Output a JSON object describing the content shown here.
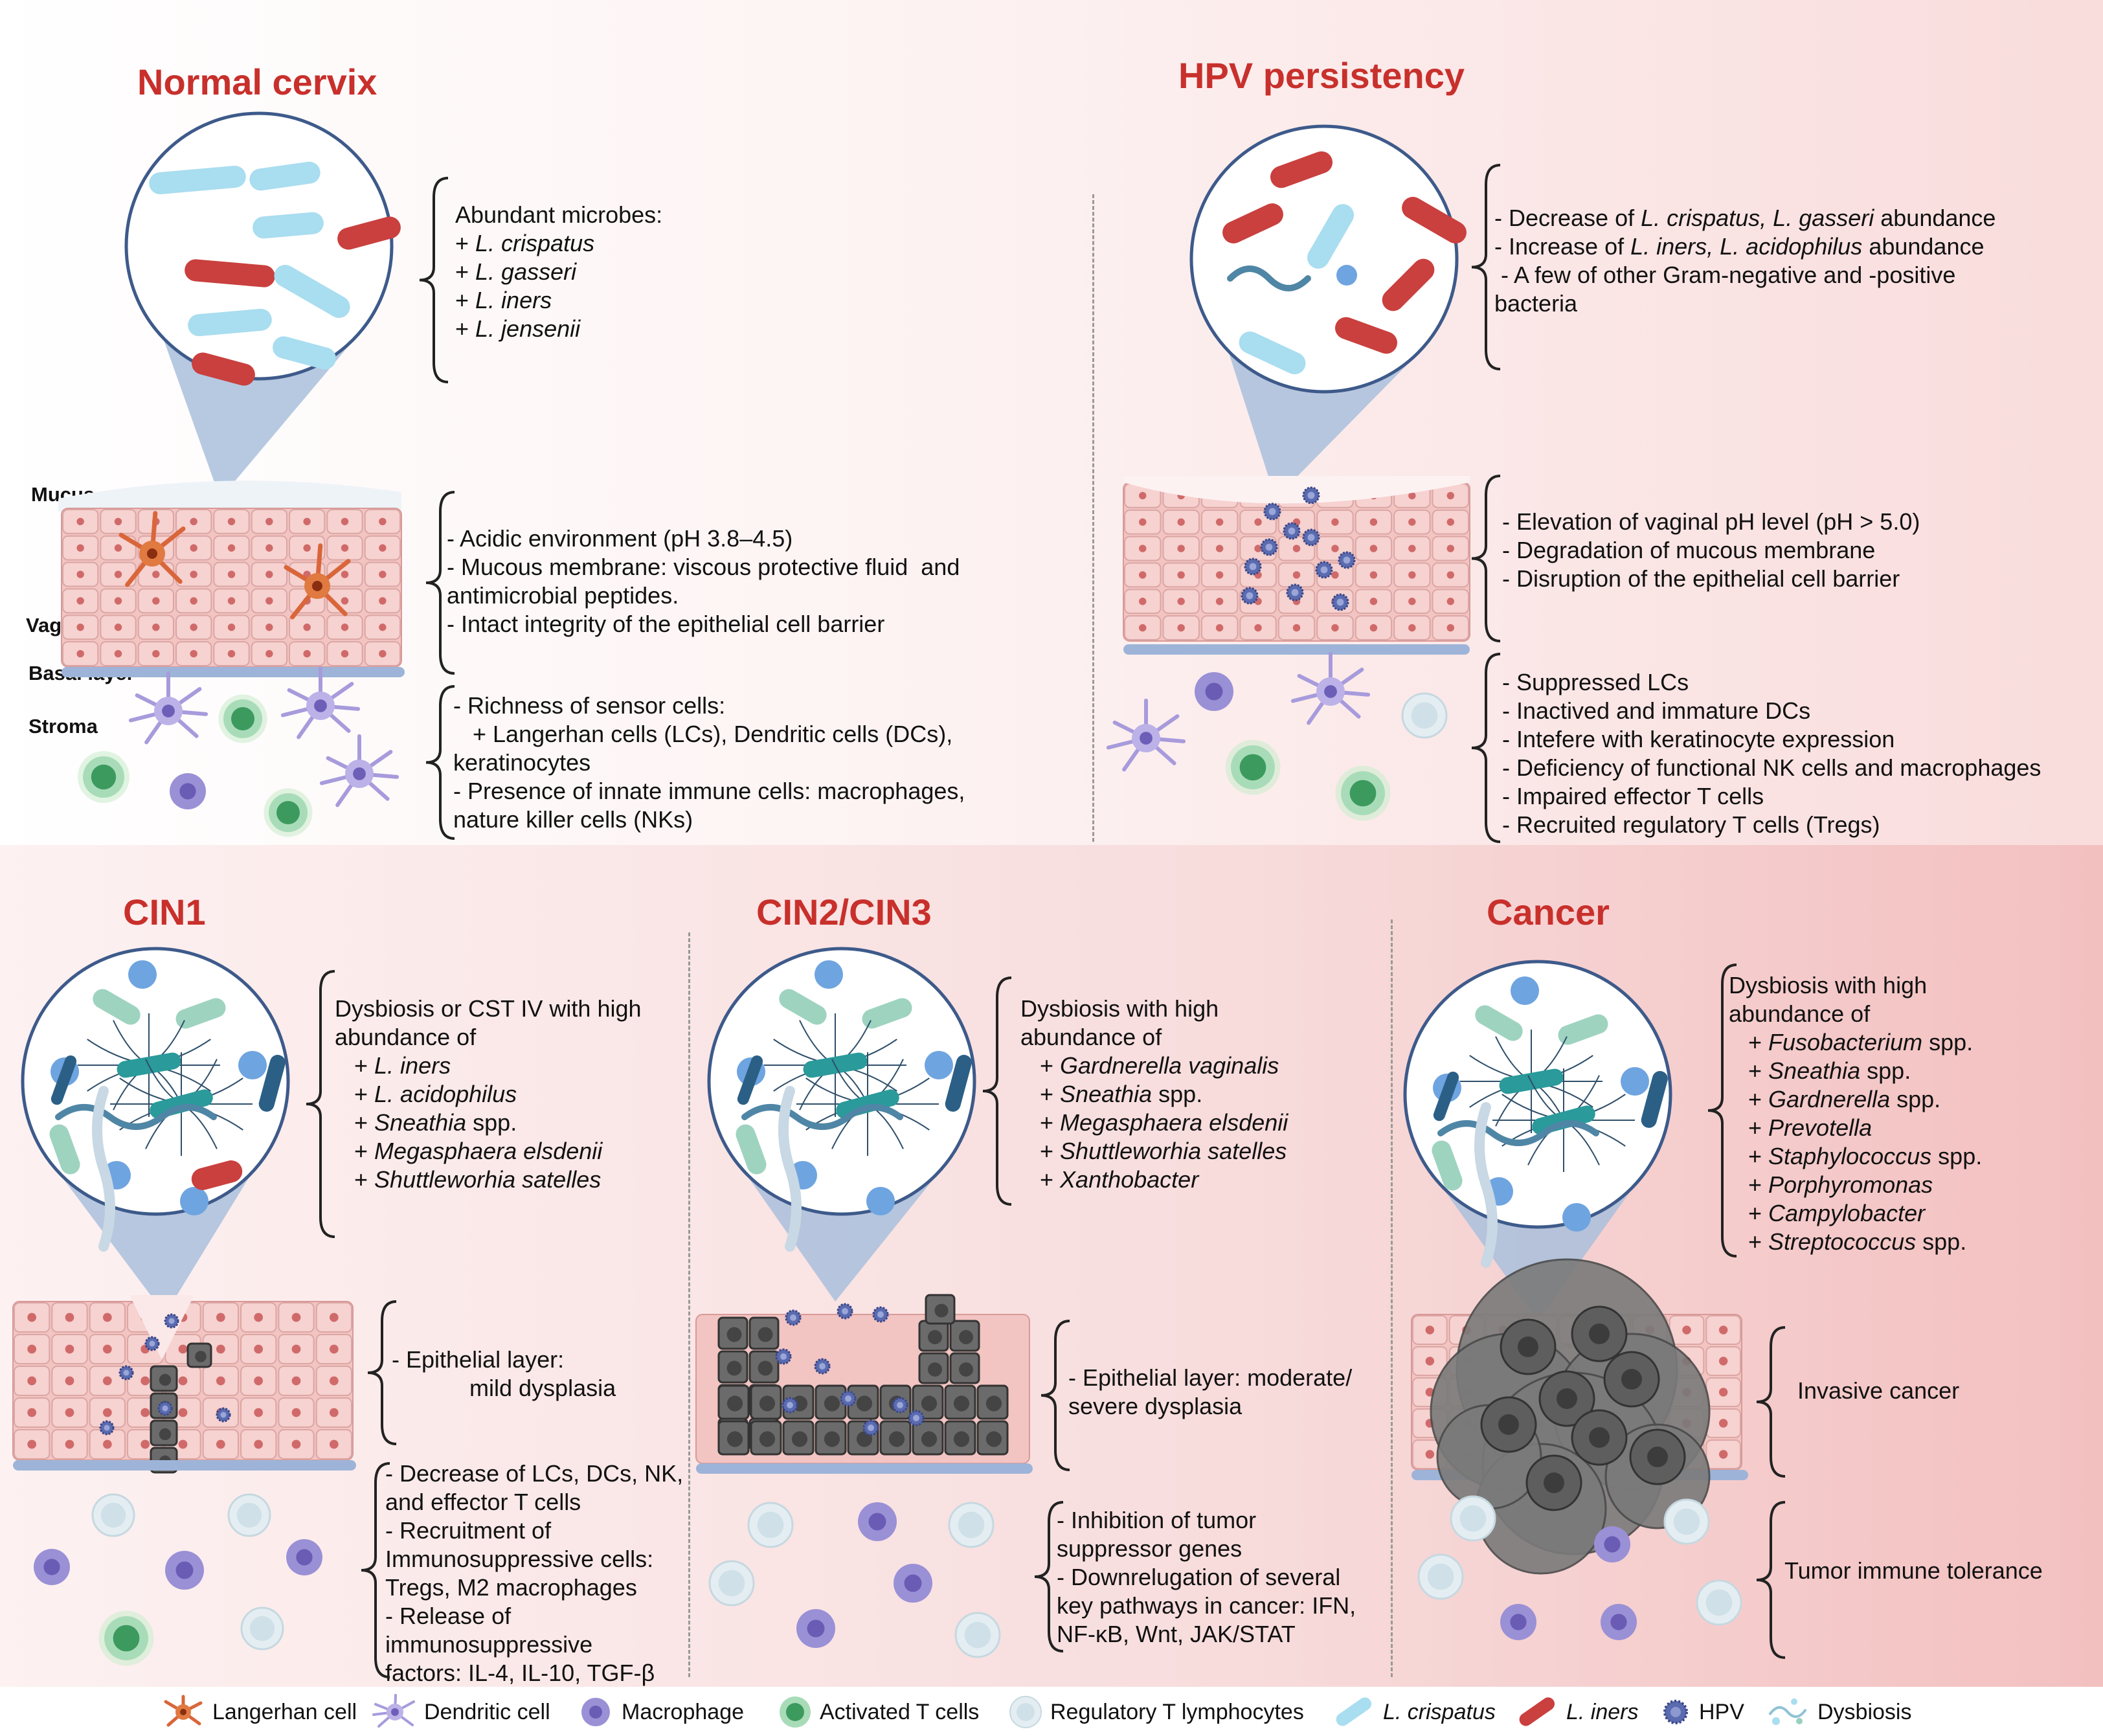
{
  "panels": {
    "normal": {
      "title": "Normal cervix",
      "microbes": [
        "Abundant microbes:",
        "+ L. crispatus",
        "+ L. gasseri",
        "+ L. iners",
        "+ L. jensenii"
      ],
      "epithelium": [
        "- Acidic environment (pH 3.8–4.5)",
        "- Mucous membrane: viscous protective fluid  and",
        "antimicrobial peptides.",
        "- Intact integrity of the epithelial cell barrier"
      ],
      "immune": [
        "- Richness of sensor cells:",
        "   + Langerhan cells (LCs), Dendritic cells (DCs),",
        "keratinocytes",
        "- Presence of innate immune cells: macrophages,",
        "nature killer cells (NKs)"
      ],
      "layers": {
        "mucus": "Mucus",
        "epithelium": "Vaginal epithelium",
        "basal": "Basal layer",
        "stroma": "Stroma"
      }
    },
    "hpv": {
      "title": "HPV persistency",
      "microbes": [
        "- Decrease of L. crispatus, L. gasseri abundance",
        "- Increase of L. iners, L. acidophilus abundance",
        " - A few of other Gram-negative and -positive",
        "bacteria"
      ],
      "epithelium": [
        "- Elevation of vaginal pH level (pH > 5.0)",
        "- Degradation of mucous membrane",
        "- Disruption of the epithelial cell barrier"
      ],
      "immune": [
        "- Suppressed LCs",
        "- Inactived and immature DCs",
        "- Intefere with keratinocyte expression",
        "- Deficiency of functional NK cells and macrophages",
        "- Impaired effector T cells",
        "- Recruited regulatory T cells (Tregs)"
      ]
    },
    "cin1": {
      "title": "CIN1",
      "microbes": [
        "Dysbiosis or CST IV with high",
        "abundance of",
        "   + L. iners",
        "   + L. acidophilus",
        "   + Sneathia spp.",
        "   + Megasphaera elsdenii",
        "   + Shuttleworhia satelles"
      ],
      "epithelium": [
        "- Epithelial layer:",
        "            mild dysplasia"
      ],
      "immune": [
        "- Decrease of LCs, DCs, NK,",
        "and effector T cells",
        "- Recruitment of",
        "Immunosuppressive cells:",
        "Tregs, M2 macrophages",
        "- Release of",
        "immunosuppressive",
        "factors: IL-4, IL-10, TGF-β"
      ]
    },
    "cin23": {
      "title": "CIN2/CIN3",
      "microbes": [
        "Dysbiosis with high",
        "abundance of",
        "   + Gardnerella vaginalis",
        "   + Sneathia spp.",
        "   + Megasphaera elsdenii",
        "   + Shuttleworhia satelles",
        "   + Xanthobacter"
      ],
      "epithelium": [
        "- Epithelial layer: moderate/",
        "severe dysplasia"
      ],
      "immune": [
        "- Inhibition of tumor",
        "suppressor genes",
        "- Downrelugation of several",
        "key pathways in cancer: IFN,",
        "NF-κB, Wnt, JAK/STAT"
      ]
    },
    "cancer": {
      "title": "Cancer",
      "microbes": [
        "Dysbiosis with high",
        "abundance of",
        "   + Fusobacterium spp.",
        "   + Sneathia spp.",
        "   + Gardnerella spp.",
        "   + Prevotella",
        "   + Staphylococcus spp.",
        "   + Porphyromonas",
        "   + Campylobacter",
        "   + Streptococcus spp."
      ],
      "epithelium": [
        "Invasive cancer"
      ],
      "immune": [
        "Tumor immune tolerance"
      ]
    }
  },
  "legend": [
    "Langerhan cell",
    "Dendritic cell",
    "Macrophage",
    "Activated T cells",
    "Regulatory T lymphocytes",
    "L. crispatus",
    "L. iners",
    "HPV",
    "Dysbiosis"
  ],
  "colors": {
    "title": "#c8302c",
    "crispatus": "#a9ddf0",
    "iners": "#c9403e",
    "tcell": "#3d9a5e",
    "macrophage": "#8a7fc6",
    "treg": "#d8e8ef",
    "hpv": "#5b6bb0",
    "epithelium": "#f2c4c2",
    "basal": "#9db4d8",
    "tumor": "#6b6b6b"
  }
}
